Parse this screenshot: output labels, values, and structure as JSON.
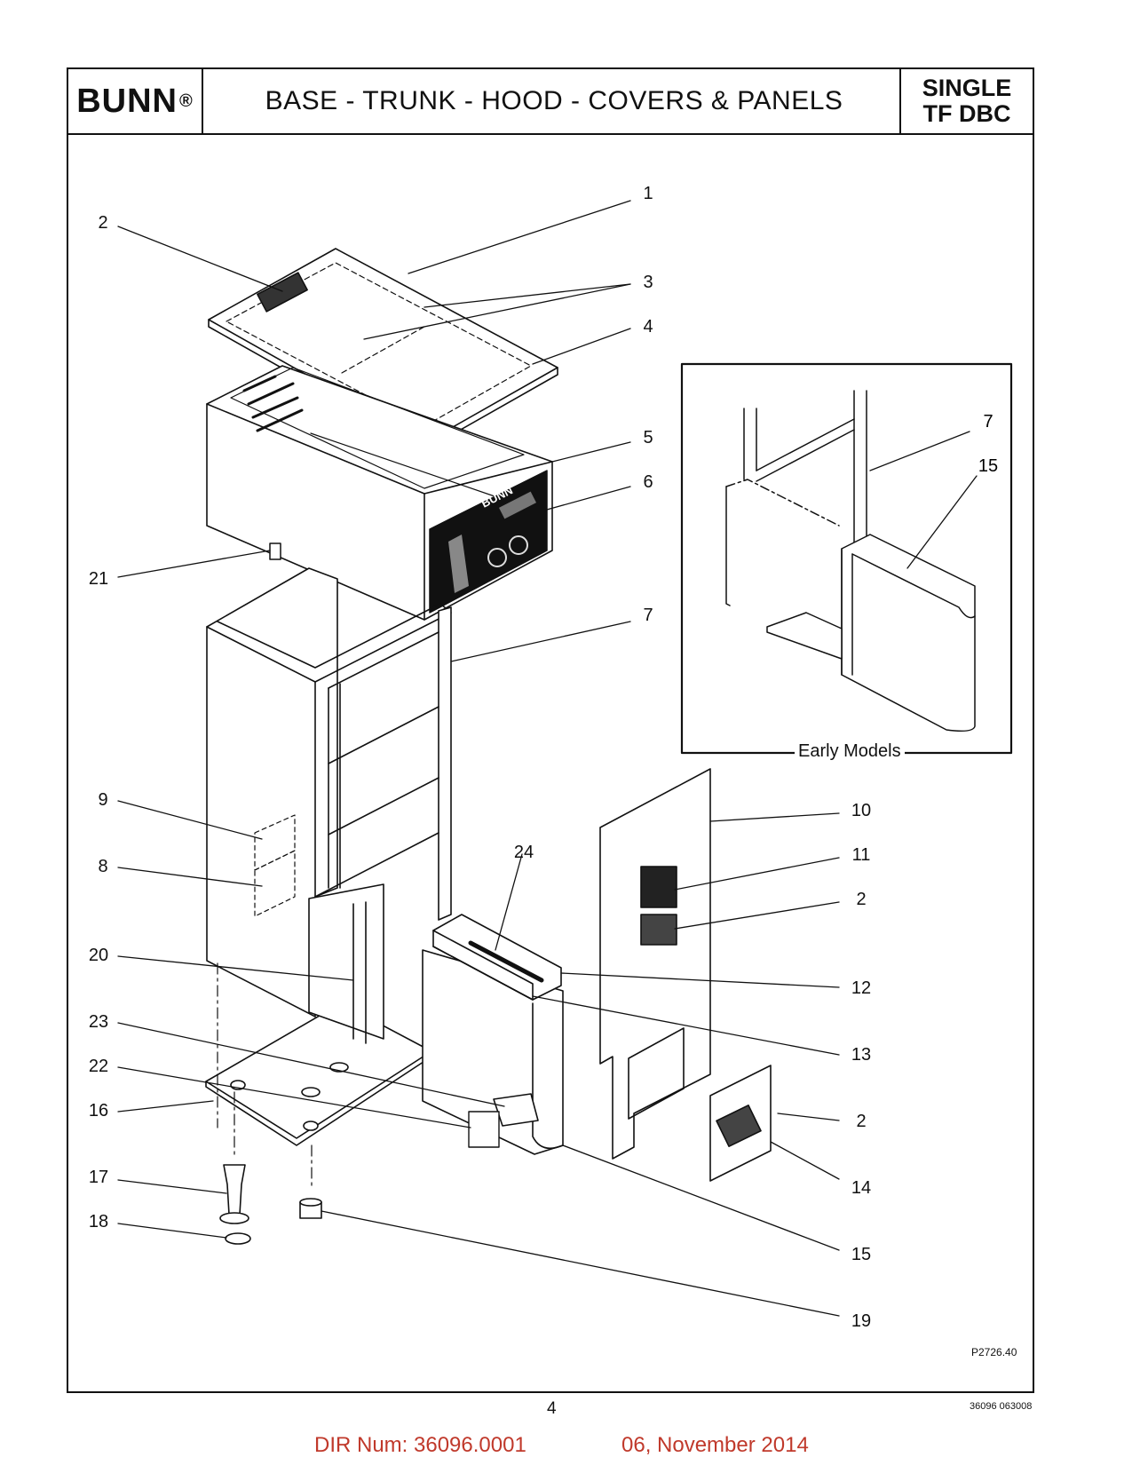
{
  "header": {
    "brand": "BUNN",
    "brand_mark": "®",
    "title": "BASE - TRUNK - HOOD - COVERS & PANELS",
    "model_line1": "SINGLE",
    "model_line2": "TF DBC"
  },
  "callouts": {
    "c1": "1",
    "c2a": "2",
    "c3": "3",
    "c4": "4",
    "c5": "5",
    "c6": "6",
    "c7": "7",
    "c21": "21",
    "c9": "9",
    "c8": "8",
    "c10": "10",
    "c11": "11",
    "c2b": "2",
    "c24": "24",
    "c20": "20",
    "c12": "12",
    "c23": "23",
    "c13": "13",
    "c22": "22",
    "c16": "16",
    "c2c": "2",
    "c14": "14",
    "c17": "17",
    "c18": "18",
    "c15": "15",
    "c19": "19"
  },
  "inset": {
    "label": "Early Models",
    "c7": "7",
    "c15": "15"
  },
  "panel_brand": "BUNN",
  "drawing_number": "P2726.40",
  "page_number": "4",
  "doc_number": "36096 063008",
  "dir_number": "DIR Num: 36096.0001",
  "dir_date": "06, November 2014"
}
